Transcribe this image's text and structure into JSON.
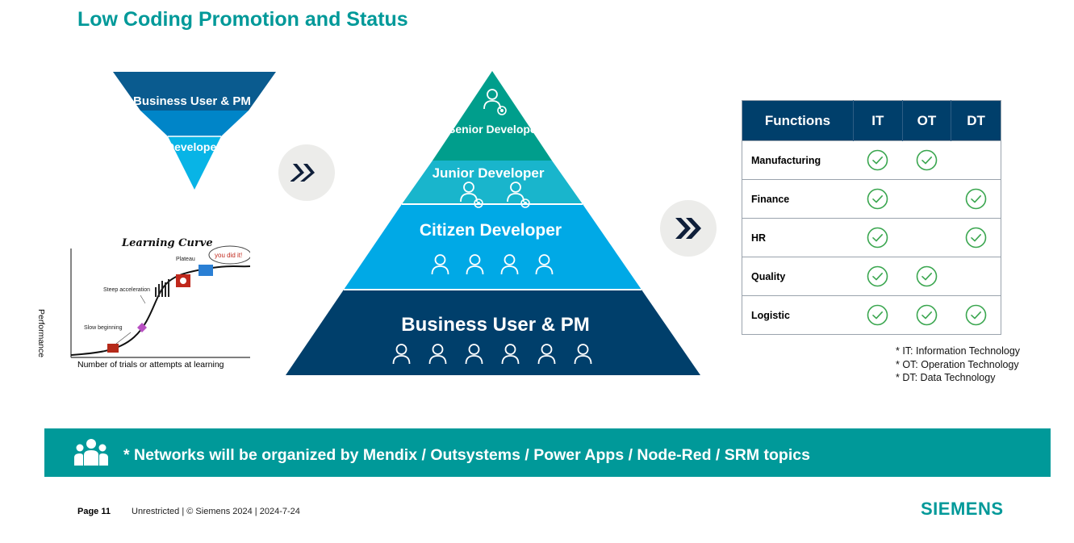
{
  "title": "Low Coding Promotion and Status",
  "inverted_triangle": {
    "top_label": "Business User & PM",
    "bottom_label": "Developer"
  },
  "learning_curve": {
    "title": "Learning Curve",
    "xlabel": "Number of trials or attempts at learning",
    "ylabel": "Performance",
    "annotations": [
      "Slow beginning",
      "Steep acceleration",
      "Plateau"
    ],
    "speech_bubble": "you did it!"
  },
  "pyramid": {
    "levels": [
      {
        "label": "Senior Developer",
        "color": "#009e8c",
        "people": 1
      },
      {
        "label": "Junior Developer",
        "color": "#19b5cc",
        "people": 2
      },
      {
        "label": "Citizen Developer",
        "color": "#00a9e6",
        "people": 4
      },
      {
        "label": "Business User & PM",
        "color": "#003f6b",
        "people": 6
      }
    ]
  },
  "functions_table": {
    "headers": [
      "Functions",
      "IT",
      "OT",
      "DT"
    ],
    "rows": [
      {
        "name": "Manufacturing",
        "IT": true,
        "OT": true,
        "DT": false
      },
      {
        "name": "Finance",
        "IT": true,
        "OT": false,
        "DT": true
      },
      {
        "name": "HR",
        "IT": true,
        "OT": false,
        "DT": true
      },
      {
        "name": "Quality",
        "IT": true,
        "OT": true,
        "DT": false
      },
      {
        "name": "Logistic",
        "IT": true,
        "OT": true,
        "DT": true
      }
    ],
    "check_color": "#3aa64f",
    "header_color": "#003f6b"
  },
  "notes": [
    "*  IT: Information Technology",
    "*  OT: Operation Technology",
    "*  DT: Data Technology"
  ],
  "banner": {
    "text": "* Networks will be organized by Mendix / Outsystems / Power Apps / Node-Red / SRM topics",
    "icon": "people-group-icon",
    "color": "#009999"
  },
  "footer": {
    "page": "Page 11",
    "info": "Unrestricted | © Siemens 2024 | 2024-7-24",
    "logo": "SIEMENS"
  }
}
